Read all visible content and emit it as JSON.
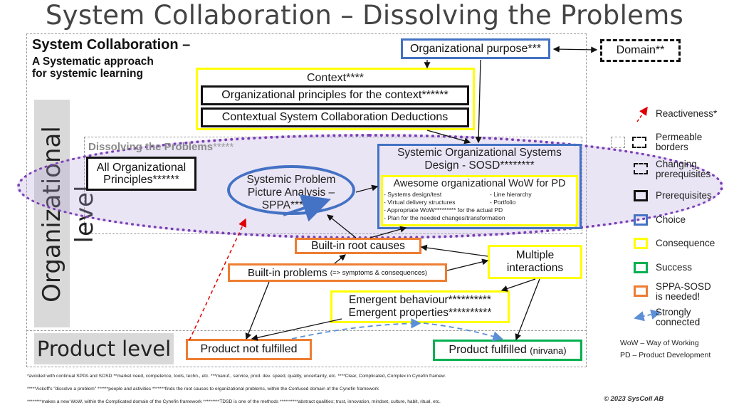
{
  "title": "System Collaboration – Dissolving the Problems",
  "header": {
    "title": "System Collaboration –",
    "subtitle_line1": "A Systematic approach",
    "subtitle_line2": "for systemic learning"
  },
  "levels": {
    "organizational": "Organizational level",
    "product": "Product level"
  },
  "nodes": {
    "organizational_purpose": "Organizational purpose***",
    "domain": "Domain**",
    "context": "Context****",
    "principles_context": "Organizational principles for the context******",
    "deductions": "Contextual System Collaboration Deductions",
    "dissolving": "Dissolving the Problems",
    "dissolving_stars": "*****",
    "all_principles_1": "All Organizational",
    "all_principles_2": "Principles******",
    "sppa_1": "Systemic Problem",
    "sppa_2": "Picture Analysis –",
    "sppa_3": "SPPA*******",
    "sosd_1": "Systemic Organizational Systems",
    "sosd_2": "Design - SOSD********",
    "awesome_title": "Awesome organizational WoW for PD",
    "awesome_items": {
      "a": "- Systems design/test",
      "b": "- Line hierarchy",
      "c": "- Virtual delivery structures",
      "d": "- Portfolio",
      "e": "- Appropriate WoW********* for the actual PD",
      "f": "- Plan for the needed changes/transformation"
    },
    "root_causes": "Built-in root causes",
    "problems": "Built-in problems",
    "problems_note": "(=> symptoms & consequences)",
    "multiple_1": "Multiple",
    "multiple_2": "interactions",
    "emergent_behaviour": "Emergent behaviour**********",
    "emergent_properties": "Emergent properties**********",
    "not_fulfilled": "Product not fulfilled",
    "fulfilled": "Product fulfilled",
    "fulfilled_note": "(nirvana)"
  },
  "legend": {
    "reactiveness": "Reactiveness*",
    "permeable_1": "Permeable",
    "permeable_2": "borders",
    "changing_1": "Changing",
    "changing_2": "prerequisites",
    "prerequisites": "Prerequisites",
    "choice": "Choice",
    "consequence": "Consequence",
    "success": "Success",
    "sppa_sosd_1": "SPPA-SOSD",
    "sppa_sosd_2": "is needed!",
    "strongly_1": "Strongly",
    "strongly_2": "connected",
    "wow": "WoW – Way of Working",
    "pd": "PD – Product Development"
  },
  "colors": {
    "choice": "#4472c4",
    "consequence": "#ffff00",
    "success": "#00b050",
    "sppa_sosd": "#ed7d31",
    "prerequisites": "#111111",
    "reactiveness": "#e00000",
    "ellipse": "#7a3fb5"
  },
  "footnotes": {
    "line1": "*avoided with continual SPPA and SOSD   **market need, competence, tools, techn., etc.  ***manuf., service, prod. dev. speed, quality, uncertainty, etc.  ****Clear, Complicated, Complex in Cynefin framew.",
    "line2": "*****Ackoff's \"dissolve a problem\"   ******people  and activities   *******finds  the root causes to organizational problems, within the Confused domain of the Cynefin framework",
    "line3": "********makes a new WoW, within the Complicated domain of the Cynefin framework   *********TDSD is one of the methods   **********abstract qualities; trust, innovation, mindset, culture, habit, ritual, etc."
  },
  "copyright": "© 2023 SysColl AB"
}
